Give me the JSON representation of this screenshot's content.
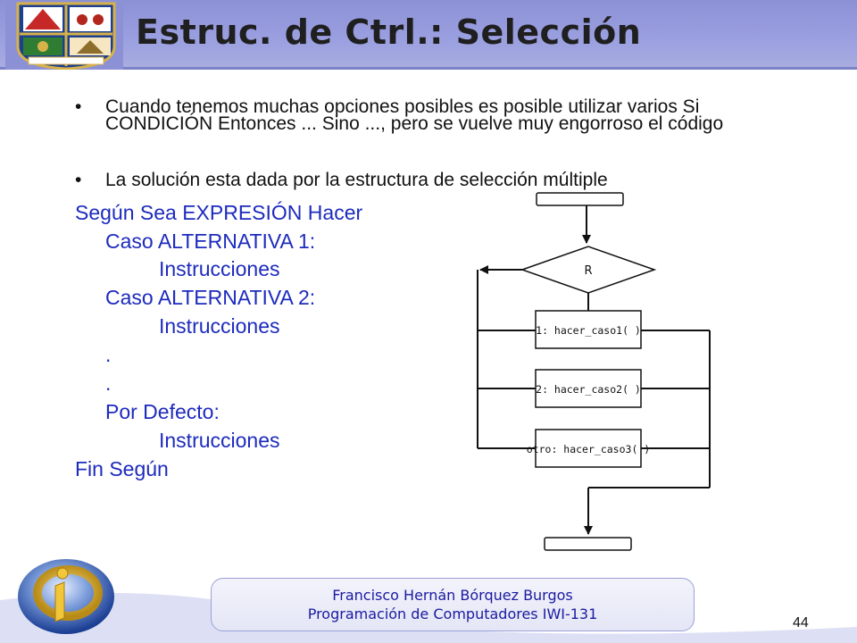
{
  "slide": {
    "title": "Estruc. de Ctrl.: Selección",
    "bullets": [
      {
        "marker": "•",
        "text": "Cuando tenemos muchas opciones posibles es posible utilizar varios Si CONDICIÓN Entonces ... Sino ..., pero se vuelve muy engorroso el código"
      },
      {
        "marker": "•",
        "text": "La solución esta dada por la estructura de selección múltiple"
      }
    ],
    "pseudocode": [
      "Según Sea EXPRESIÓN Hacer",
      "Caso ALTERNATIVA 1:",
      "Instrucciones",
      "Caso ALTERNATIVA 2:",
      "Instrucciones",
      ".",
      ".",
      "Por Defecto:",
      "Instrucciones",
      "Fin Según"
    ]
  },
  "flowchart": {
    "decision": "R",
    "cases": [
      "1: hacer_caso1( )",
      "2: hacer_caso2( )",
      "otro: hacer_caso3( )"
    ]
  },
  "footer": {
    "author": "Francisco Hernán Bórquez Burgos",
    "course": "Programación de Computadores IWI-131",
    "page_number": "44"
  },
  "colors": {
    "header": "#8c91d6",
    "pseudocode_text": "#1d2bbd",
    "footer_text": "#1a1aa0",
    "logo_shield_blue": "#1d3f8f",
    "logo_gold": "#d7b24a"
  },
  "icons": {
    "top_left": "university-crest-logo",
    "bottom_left": "disc-logo-i"
  }
}
